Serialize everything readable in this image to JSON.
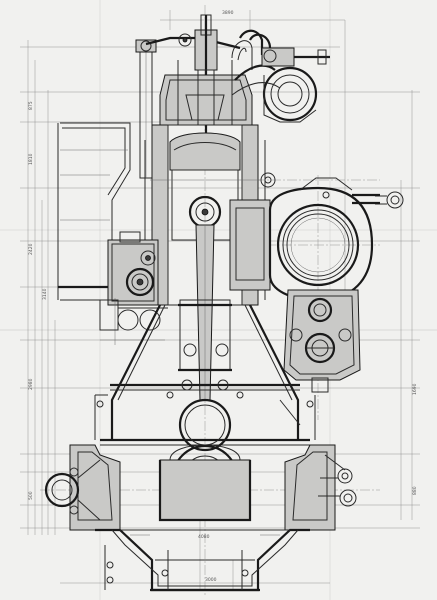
{
  "dimensions": {
    "top_span": "3890",
    "vert_1": "875",
    "vert_2": "1810",
    "vert_3": "2420",
    "vert_4": "2980",
    "vert_5": "3140",
    "vert_6": "500",
    "right_1": "1690",
    "right_2": "880",
    "bottom_1": "4080",
    "bottom_2": "3000"
  }
}
